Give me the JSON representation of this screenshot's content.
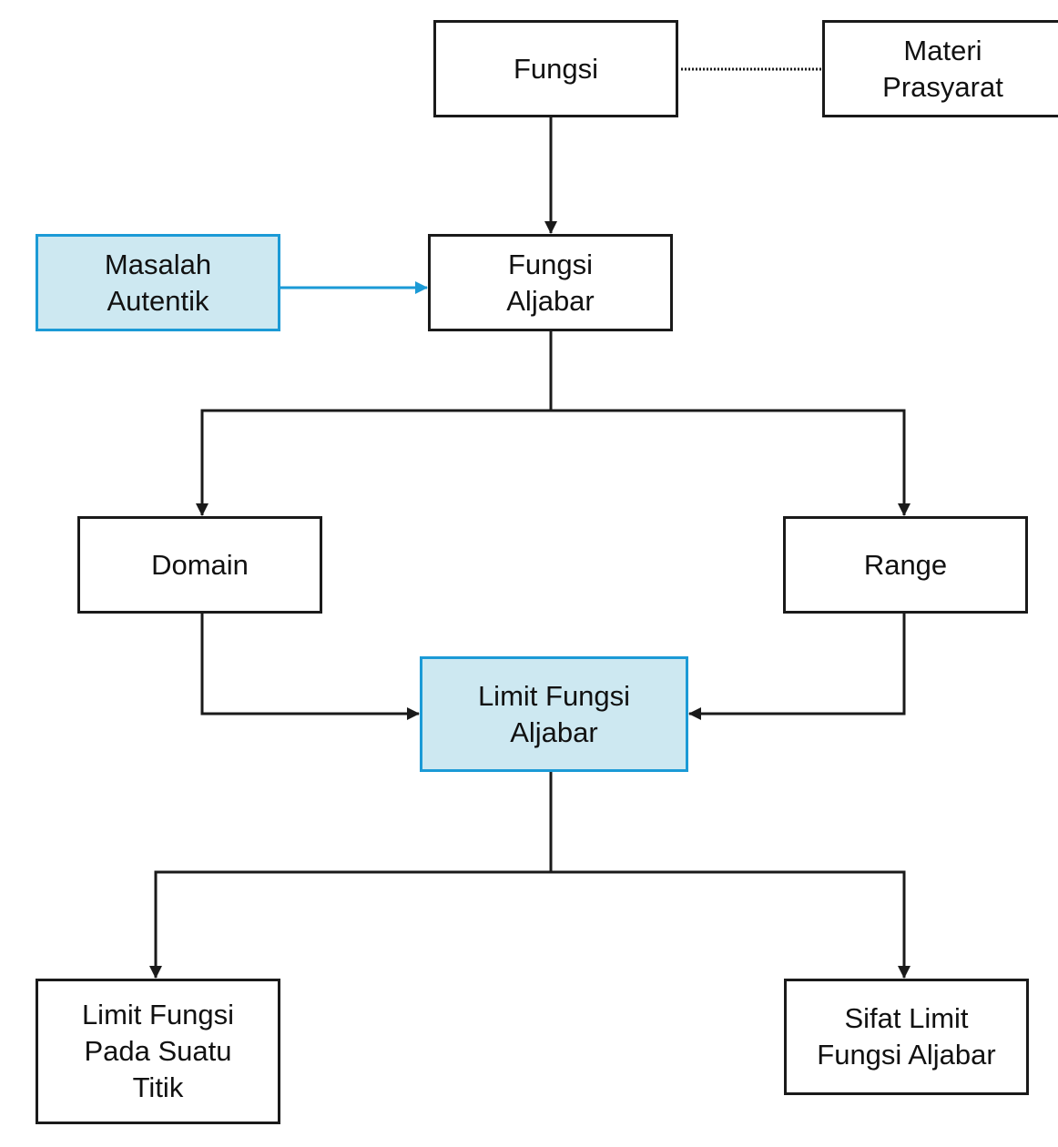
{
  "diagram": {
    "type": "concept-map",
    "colors": {
      "line": "#1a1a1a",
      "highlight_fill": "#cde8f1",
      "highlight_border": "#1b9ad6",
      "text": "#111111"
    },
    "nodes": {
      "fungsi": {
        "label": "Fungsi",
        "highlight": false
      },
      "materi_prasyarat": {
        "label": "Materi\nPrasyarat",
        "highlight": false
      },
      "masalah_autentik": {
        "label": "Masalah\nAutentik",
        "highlight": true
      },
      "fungsi_aljabar": {
        "label": "Fungsi\nAljabar",
        "highlight": false
      },
      "domain": {
        "label": "Domain",
        "highlight": false
      },
      "range": {
        "label": "Range",
        "highlight": false
      },
      "limit_fungsi_aljabar": {
        "label": "Limit Fungsi\nAljabar",
        "highlight": true
      },
      "limit_pada_titik": {
        "label": "Limit Fungsi\nPada Suatu\nTitik",
        "highlight": false
      },
      "sifat_limit": {
        "label": "Sifat Limit\nFungsi Aljabar",
        "highlight": false
      }
    },
    "edges": [
      {
        "from": "fungsi",
        "to": "materi_prasyarat",
        "style": "dotted",
        "arrow": false
      },
      {
        "from": "fungsi",
        "to": "fungsi_aljabar",
        "style": "solid",
        "arrow": true
      },
      {
        "from": "masalah_autentik",
        "to": "fungsi_aljabar",
        "style": "solid-blue",
        "arrow": true
      },
      {
        "from": "fungsi_aljabar",
        "to": "domain",
        "style": "solid",
        "arrow": true
      },
      {
        "from": "fungsi_aljabar",
        "to": "range",
        "style": "solid",
        "arrow": true
      },
      {
        "from": "domain",
        "to": "limit_fungsi_aljabar",
        "style": "solid",
        "arrow": true
      },
      {
        "from": "range",
        "to": "limit_fungsi_aljabar",
        "style": "solid",
        "arrow": true
      },
      {
        "from": "limit_fungsi_aljabar",
        "to": "limit_pada_titik",
        "style": "solid",
        "arrow": true
      },
      {
        "from": "limit_fungsi_aljabar",
        "to": "sifat_limit",
        "style": "solid",
        "arrow": true
      }
    ]
  }
}
